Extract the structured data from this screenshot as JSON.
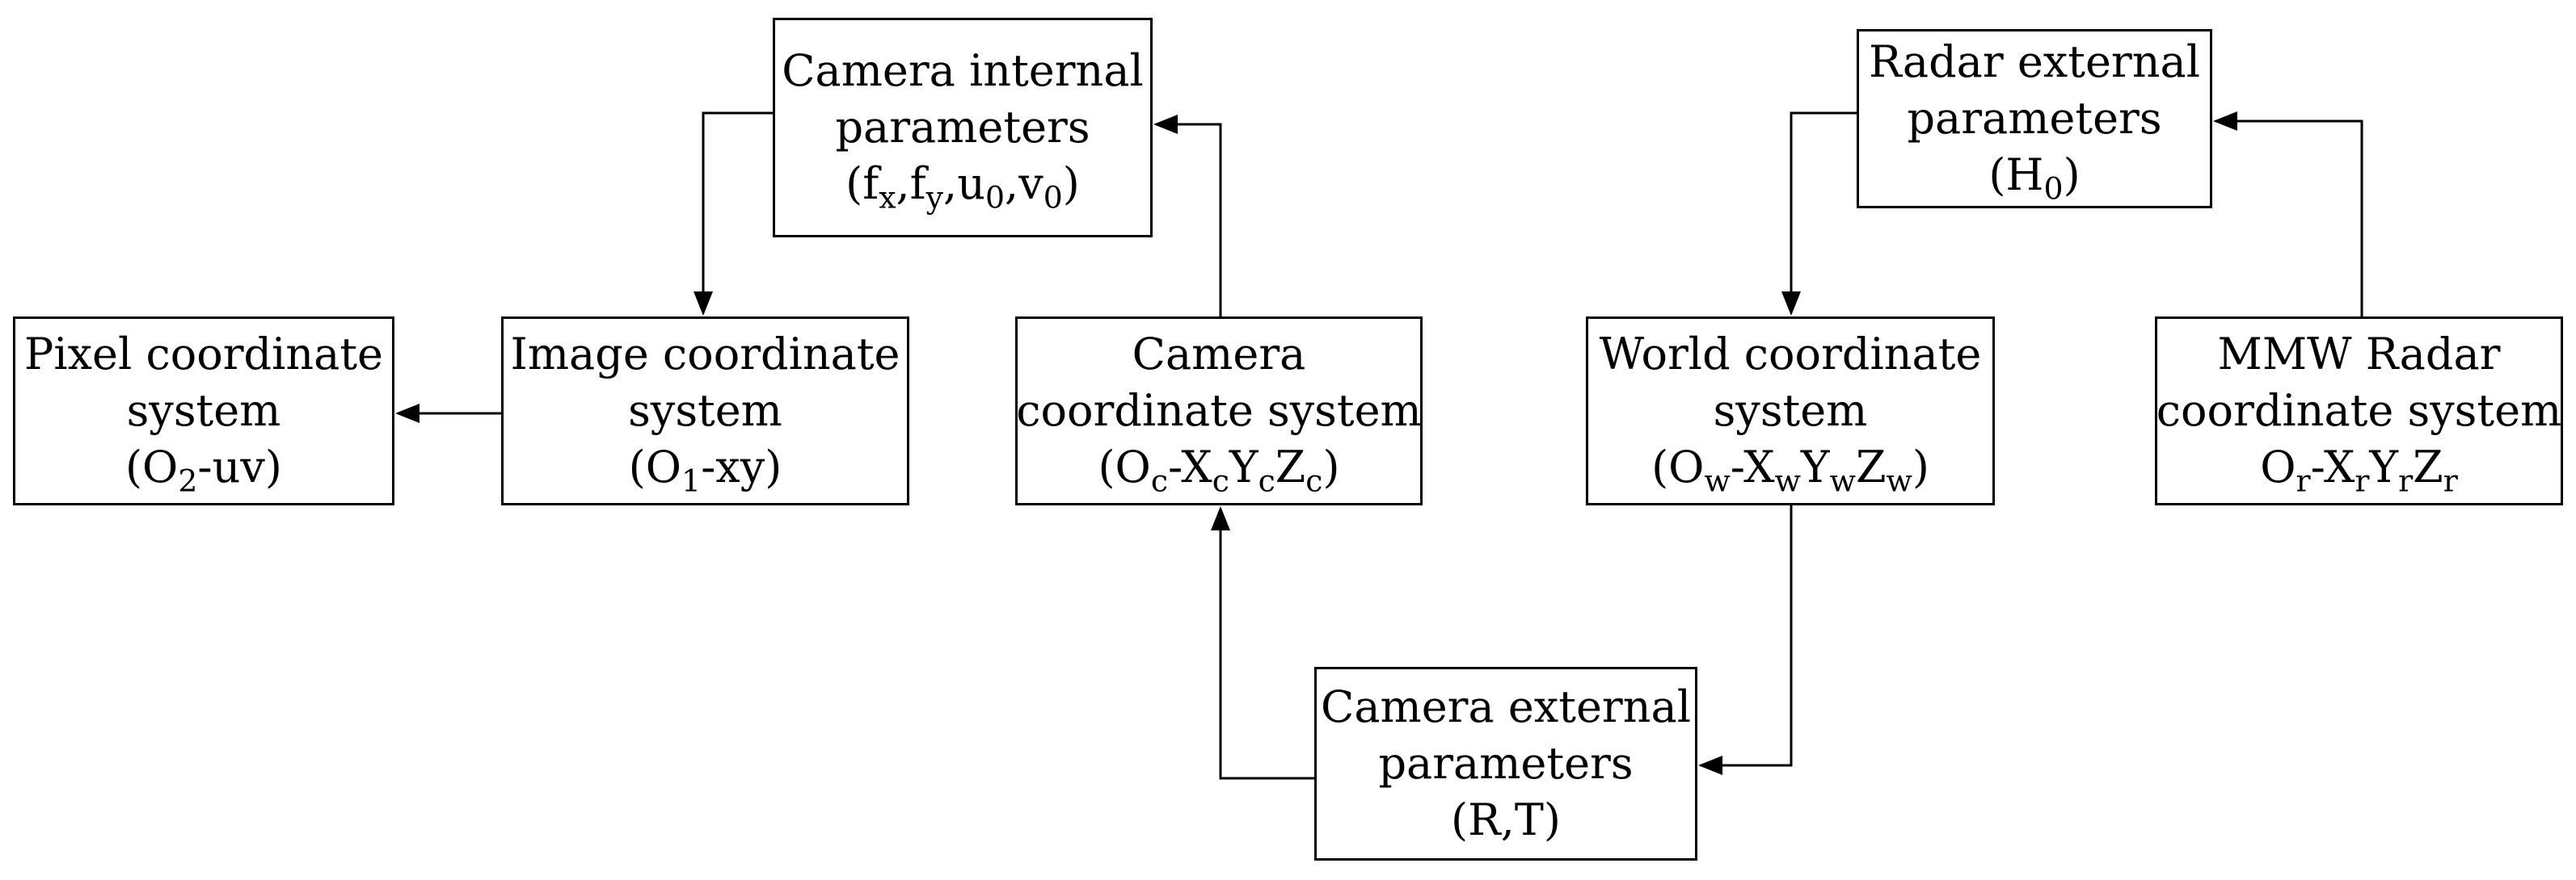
{
  "boxes": {
    "pixel": {
      "line1": "Pixel coordinate",
      "line2": "system",
      "line3_pre": "(O",
      "line3_sub": "2",
      "line3_post": "-uv)"
    },
    "image": {
      "line1": "Image coordinate",
      "line2": "system",
      "line3_pre": "(O",
      "line3_sub": "1",
      "line3_post": "-xy)"
    },
    "camera_internal": {
      "line1": "Camera internal",
      "line2": "parameters",
      "p_open": "(f",
      "fx_sub": "x",
      "comma1": ",f",
      "fy_sub": "y",
      "comma2": ",u",
      "u_sub": "0",
      "comma3": ",v",
      "v_sub": "0",
      "p_close": ")"
    },
    "camera_coord": {
      "line1": "Camera",
      "line2": "coordinate system",
      "o": "(O",
      "o_sub": "c",
      "x": "-X",
      "x_sub": "c",
      "y": "Y",
      "y_sub": "c",
      "z": "Z",
      "z_sub": "c",
      "close": ")"
    },
    "camera_external": {
      "line1": "Camera external",
      "line2": "parameters",
      "line3": "(R,T)"
    },
    "world": {
      "line1": "World coordinate",
      "line2": "system",
      "o": "(O",
      "o_sub": "w",
      "x": "-X",
      "x_sub": "w",
      "y": "Y",
      "y_sub": "w",
      "z": "Z",
      "z_sub": "w",
      "close": ")"
    },
    "radar_external": {
      "line1": "Radar external",
      "line2": "parameters",
      "h_pre": "(H",
      "h_sub": "0",
      "h_post": ")"
    },
    "mmw": {
      "line1": "MMW Radar",
      "line2": "coordinate system",
      "o": "O",
      "o_sub": "r",
      "x": "-X",
      "x_sub": "r",
      "y": "Y",
      "y_sub": "r",
      "z": "Z",
      "z_sub": "r"
    }
  },
  "colors": {
    "stroke": "#000000",
    "background": "#ffffff"
  }
}
